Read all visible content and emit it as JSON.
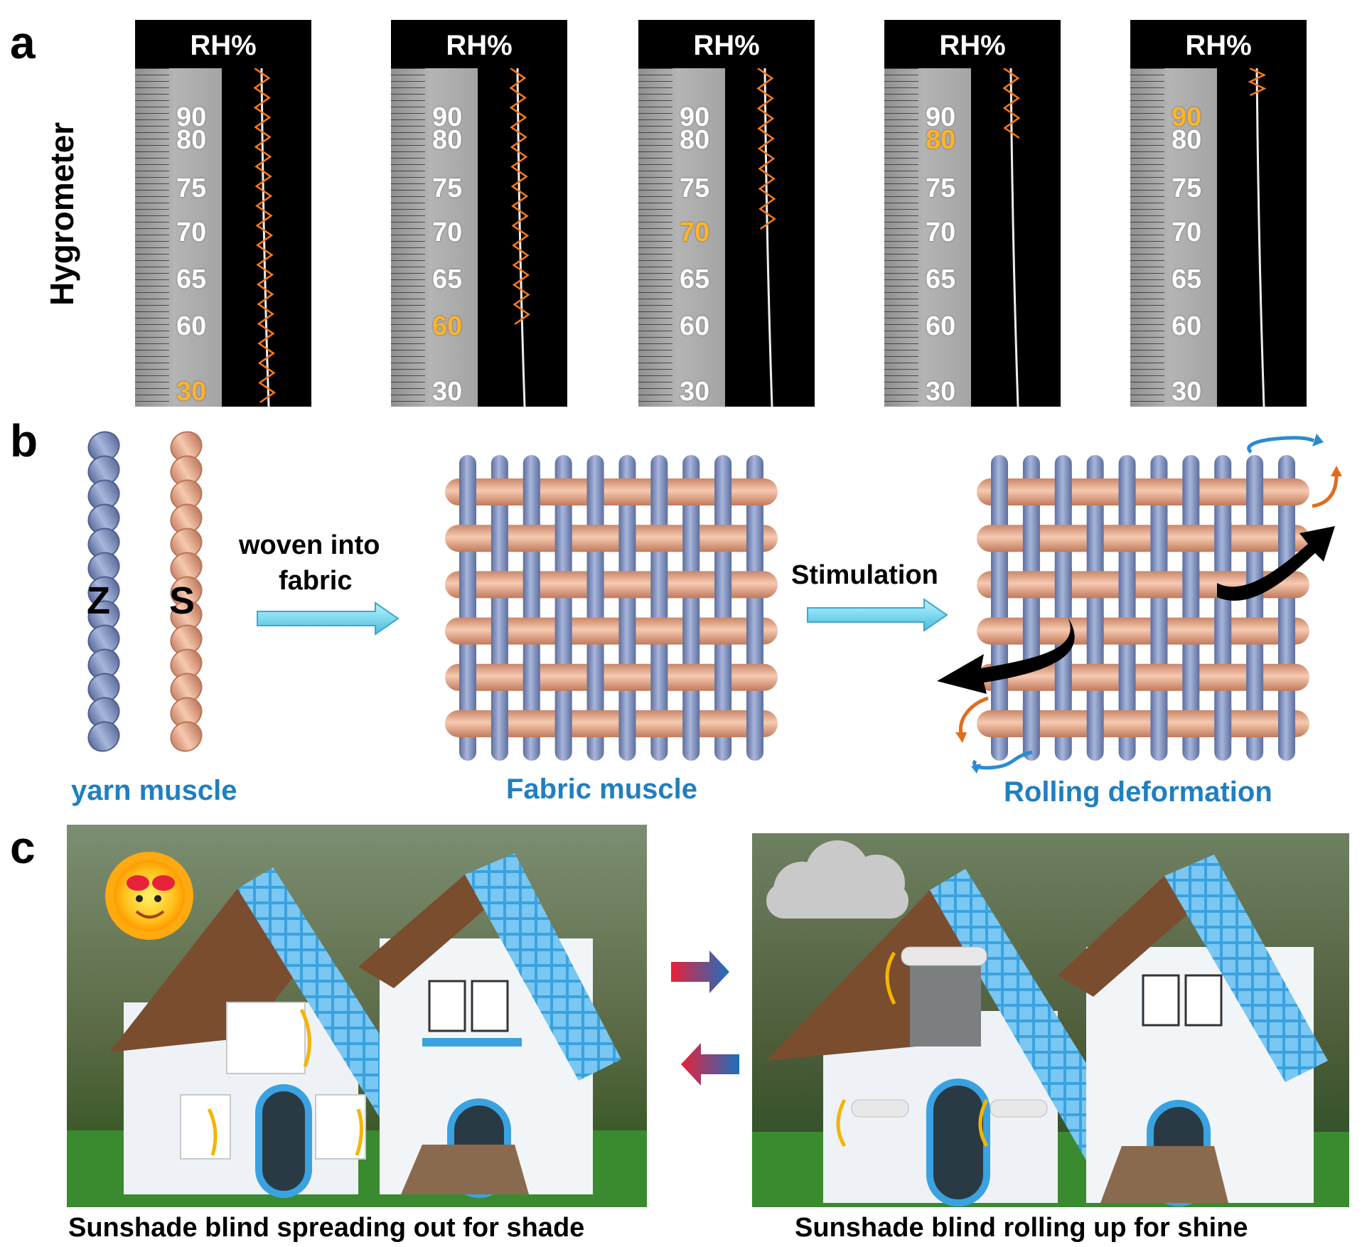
{
  "panels": {
    "a": "a",
    "b": "b",
    "c": "c"
  },
  "panel_a": {
    "ylabel": "Hygrometer",
    "header": "RH%",
    "scale_labels": [
      "90",
      "80",
      "75",
      "70",
      "65",
      "60",
      "30"
    ],
    "highlighted": [
      [
        "30"
      ],
      [
        "60"
      ],
      [
        "70"
      ],
      [
        "80"
      ],
      [
        "90"
      ]
    ],
    "highlight_color": "#ffb42a",
    "coil_color": "#ff7a1a"
  },
  "panel_b": {
    "yarn_z": "Z",
    "yarn_s": "S",
    "arrow1_text_line1": "woven into",
    "arrow1_text_line2": "fabric",
    "arrow2_text": "Stimulation",
    "cap_yarn": "yarn muscle",
    "cap_fabric": "Fabric muscle",
    "cap_rolling": "Rolling deformation",
    "colors": {
      "blue_yarn": "#8a9ac4",
      "orange_yarn": "#e9ab8c",
      "caption_blue": "#1f7fc1",
      "arrow_cyan": "#7fd9ef"
    }
  },
  "panel_c": {
    "cap_left": "Sunshade blind spreading out for shade",
    "cap_right": "Sunshade blind rolling up for shine"
  }
}
